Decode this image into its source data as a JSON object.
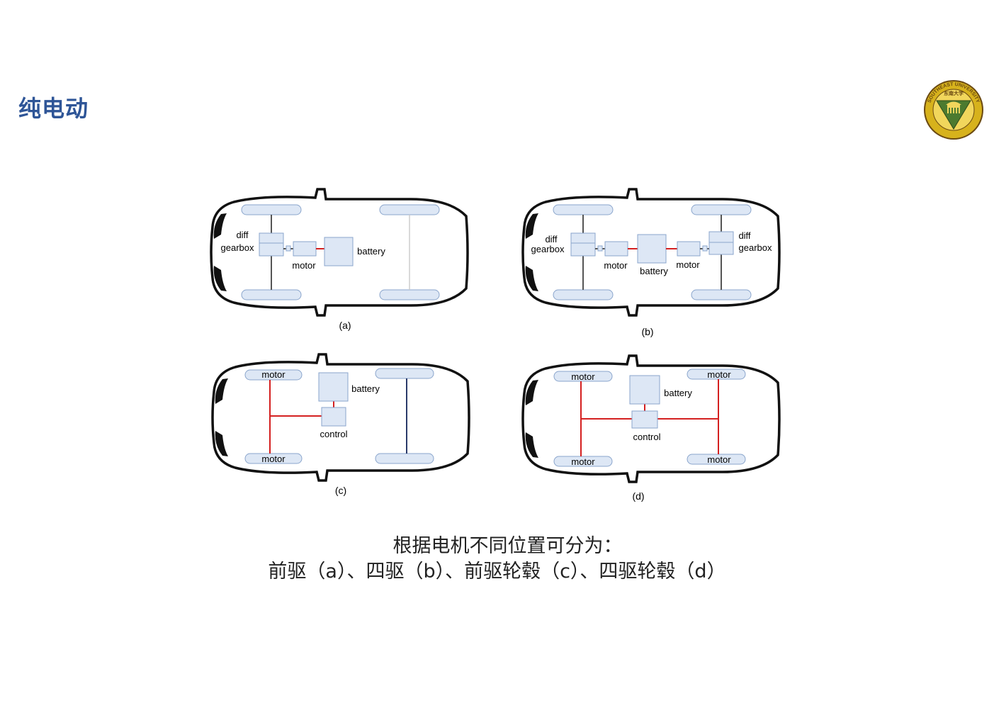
{
  "page": {
    "title": "纯电动",
    "caption_line1": "根据电机不同位置可分为：",
    "caption_line2": "前驱（a）、四驱（b）、前驱轮毂（c）、四驱轮毂（d）"
  },
  "logo": {
    "icon": "university-seal-icon",
    "text_ring": "SOUTHEAST UNIVERSITY",
    "colors": {
      "ring": "#d7b21c",
      "field": "#4c7a2f",
      "edge": "#6b4a12"
    }
  },
  "figure": {
    "a": {
      "label": "(a)",
      "diff": "diff",
      "gearbox": "gearbox",
      "motor": "motor",
      "battery": "battery"
    },
    "b": {
      "label": "(b)",
      "diff_front": "diff",
      "gearbox_front": "gearbox",
      "motor_front": "motor",
      "battery": "battery",
      "motor_rear": "motor",
      "diff_rear": "diff",
      "gearbox_rear": "gearbox"
    },
    "c": {
      "label": "(c)",
      "motor_top": "motor",
      "motor_bottom": "motor",
      "battery": "battery",
      "control": "control"
    },
    "d": {
      "label": "(d)",
      "motor_front_top": "motor",
      "motor_front_bottom": "motor",
      "motor_rear_top": "motor",
      "motor_rear_bottom": "motor",
      "battery": "battery",
      "control": "control"
    },
    "colors": {
      "power_line": "#d42020",
      "box_fill": "#dde7f5",
      "box_stroke": "#8aa5cc",
      "body_stroke": "#111111"
    }
  }
}
